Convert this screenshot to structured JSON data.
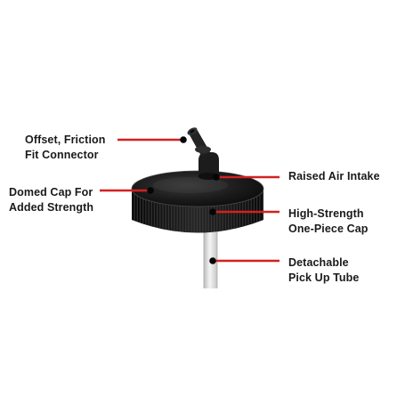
{
  "callouts": {
    "connector": {
      "line1": "Offset, Friction",
      "line2": "Fit Connector"
    },
    "domed": {
      "line1": "Domed Cap For",
      "line2": "Added Strength"
    },
    "air": {
      "line1": "Raised Air Intake"
    },
    "strength": {
      "line1": "High-Strength",
      "line2": "One-Piece Cap"
    },
    "tube": {
      "line1": "Detachable",
      "line2": "Pick Up Tube"
    }
  },
  "colors": {
    "leader_line": "#d42020",
    "cap": "#111111",
    "tube": "#e3e3e3",
    "text": "#1a1a1a"
  }
}
